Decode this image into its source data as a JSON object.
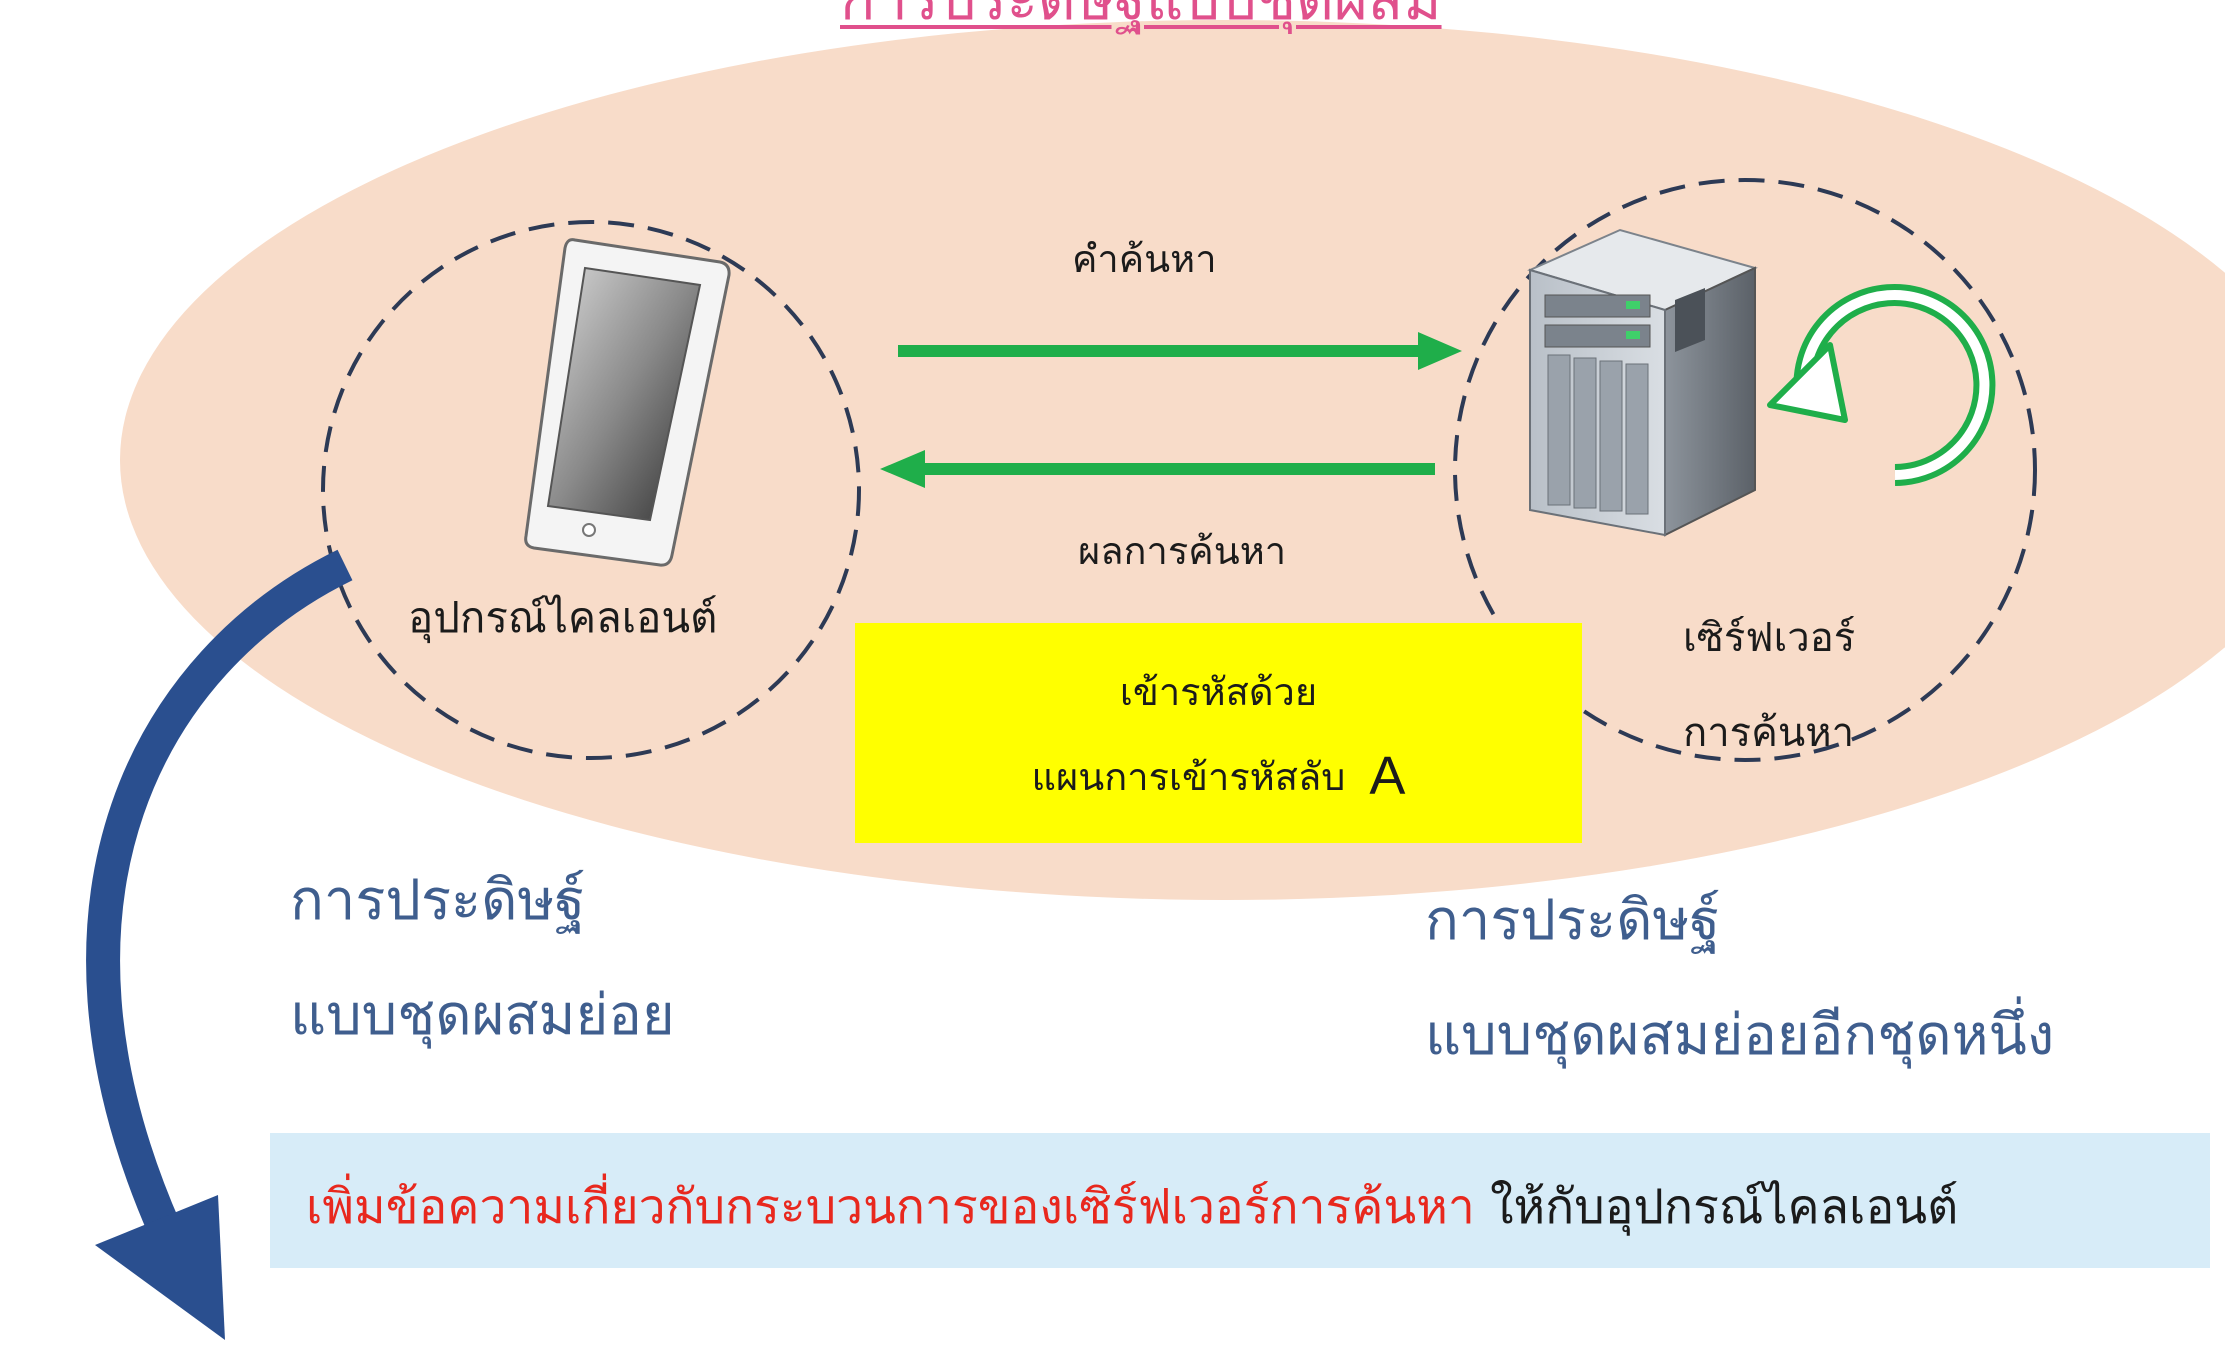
{
  "title": "การประดิษฐ์แบบชุดผสม",
  "client": {
    "label": "อุปกรณ์ไคลเอนต์"
  },
  "server": {
    "label_line1": "เซิร์ฟเวอร์",
    "label_line2": "การค้นหา"
  },
  "arrows": {
    "query_label": "คำค้นหา",
    "result_label": "ผลการค้นหา"
  },
  "encryption_box": {
    "line1": "เข้ารหัสด้วย",
    "line2": "แผนการเข้ารหัสลับ",
    "scheme_letter": "A"
  },
  "sub_invention_left": {
    "line1": "การประดิษฐ์",
    "line2": "แบบชุดผสมย่อย"
  },
  "sub_invention_right": {
    "line1": "การประดิษฐ์",
    "line2": "แบบชุดผสมย่อยอีกชุดหนึ่ง"
  },
  "bottom_note": {
    "red_text": "เพิ่มข้อความเกี่ยวกับกระบวนการของเซิร์ฟเวอร์การค้นหา",
    "black_text": "ให้กับอุปกรณ์ไคลเอนต์"
  },
  "colors": {
    "ellipse": "#f8dcc9",
    "arrow_green": "#1fae4a",
    "curve_arrow": "#2a4f8f",
    "yellow": "#ffff00",
    "note_bg": "#d7ecf8",
    "title": "#e0508c"
  }
}
